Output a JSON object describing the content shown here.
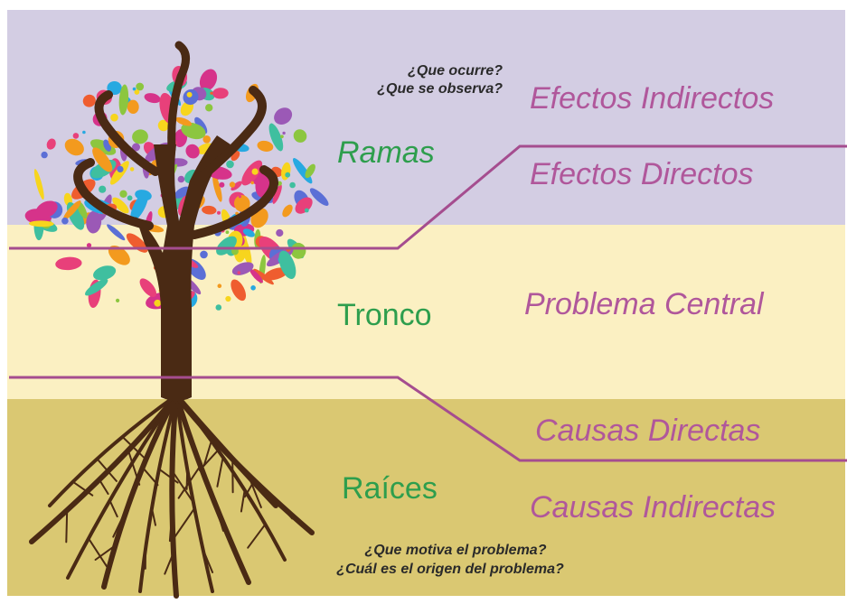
{
  "questions_top": [
    "¿Que ocurre?",
    "¿Que se observa?"
  ],
  "questions_bottom": [
    "¿Que motiva el problema?",
    "¿Cuál es el origen del problema?"
  ],
  "zones": {
    "ramas": "Ramas",
    "tronco": "Tronco",
    "raices": "Raíces"
  },
  "categories": {
    "efectos_indirectos": "Efectos Indirectos",
    "efectos_directos": "Efectos Directos",
    "problema_central": "Problema Central",
    "causas_directas": "Causas Directas",
    "causas_indirectas": "Causas Indirectas"
  },
  "colors": {
    "band_effects": "#d3cde3",
    "band_problem": "#fbf0c2",
    "band_causes": "#dac872",
    "zone_text": "#2e9e4d",
    "category_text": "#b0579b",
    "divider_line": "#a54d8f",
    "trunk": "#4a2a14"
  },
  "icons": [
    "tree-illustration"
  ]
}
